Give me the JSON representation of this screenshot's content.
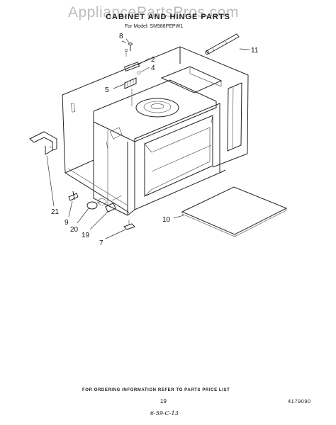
{
  "watermark": "AppliancePartsPros.com",
  "title": "CABINET AND HINGE PARTS",
  "model_line": "For Model: SM988PEPW1",
  "callouts": {
    "c8": "8",
    "c2": "2",
    "c4": "4",
    "c5": "5",
    "c11": "11",
    "c10": "10",
    "c21": "21",
    "c9": "9",
    "c20": "20",
    "c19": "19",
    "c7": "7"
  },
  "footer": {
    "ordering_note": "FOR ORDERING INFORMATION REFER TO PARTS PRICE LIST",
    "page_number": "19",
    "document_number": "4179090",
    "handwritten_note": "6-59-C-13"
  },
  "colors": {
    "line": "#222222",
    "watermark": "#bdbdbd",
    "background": "#ffffff"
  }
}
